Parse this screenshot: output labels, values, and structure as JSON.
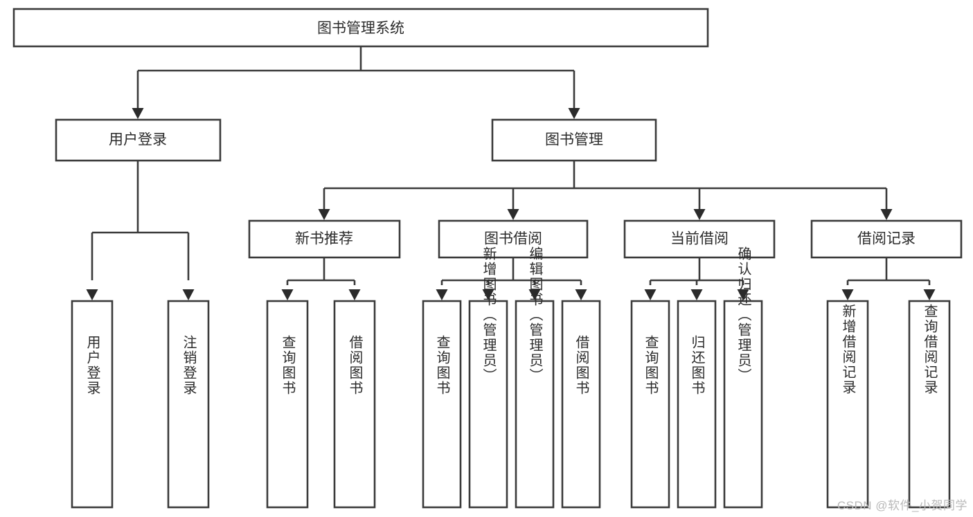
{
  "diagram": {
    "type": "hierarchy-tree",
    "title": "图书管理系统",
    "colors": {
      "stroke": "#3a3a3a",
      "box_fill": "#ffffff",
      "text": "#2b2b2b",
      "background": "#ffffff",
      "watermark": "#b9b9b9"
    },
    "root": {
      "label": "图书管理系统"
    },
    "level2": [
      {
        "label": "用户登录"
      },
      {
        "label": "图书管理"
      }
    ],
    "level3": [
      {
        "label": "新书推荐"
      },
      {
        "label": "图书借阅"
      },
      {
        "label": "当前借阅"
      },
      {
        "label": "借阅记录"
      }
    ],
    "leaves": {
      "user_login": [
        {
          "label": "用户登录"
        },
        {
          "label": "注销登录"
        }
      ],
      "new_book_recommend": [
        {
          "label": "查询图书"
        },
        {
          "label": "借阅图书"
        }
      ],
      "book_borrow": [
        {
          "label": "查询图书"
        },
        {
          "label": "新增图书（管理员）"
        },
        {
          "label": "编辑图书（管理员）"
        },
        {
          "label": "借阅图书"
        }
      ],
      "current_borrow": [
        {
          "label": "查询图书"
        },
        {
          "label": "归还图书"
        },
        {
          "label": "确认归还（管理员）"
        }
      ],
      "borrow_record": [
        {
          "label": "新增借阅记录"
        },
        {
          "label": "查询借阅记录"
        }
      ]
    }
  },
  "watermark": {
    "text": "CSDN @软件_小贺同学"
  }
}
